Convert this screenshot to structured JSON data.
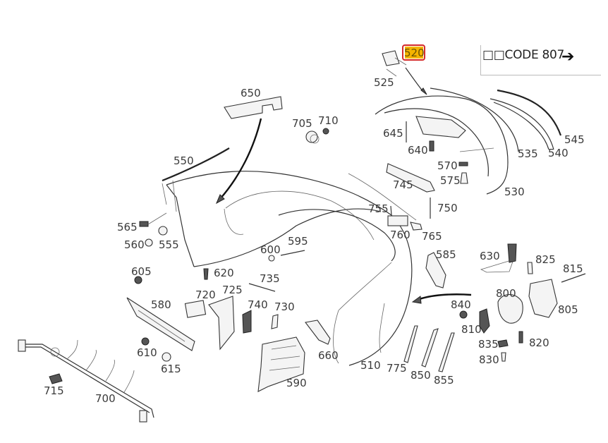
{
  "diagram": {
    "title": "Rear bumper exploded parts diagram",
    "code_note": {
      "text": "□□CODE 807",
      "arrow_icon": "right-arrow"
    },
    "highlighted_part": "520",
    "highlight_colors": {
      "border": "#d42a2a",
      "fill": "#f5b400"
    },
    "labels": {
      "p510": "510",
      "p520": "520",
      "p525": "525",
      "p530": "530",
      "p535": "535",
      "p540": "540",
      "p545": "545",
      "p550": "550",
      "p555": "555",
      "p560": "560",
      "p565": "565",
      "p570": "570",
      "p575": "575",
      "p580": "580",
      "p585": "585",
      "p590": "590",
      "p595": "595",
      "p600": "600",
      "p605": "605",
      "p610": "610",
      "p615": "615",
      "p620": "620",
      "p630": "630",
      "p640": "640",
      "p645": "645",
      "p650": "650",
      "p660": "660",
      "p700": "700",
      "p705": "705",
      "p710": "710",
      "p715": "715",
      "p720": "720",
      "p725": "725",
      "p730": "730",
      "p735": "735",
      "p740": "740",
      "p745": "745",
      "p750": "750",
      "p755": "755",
      "p760": "760",
      "p765": "765",
      "p775": "775",
      "p800": "800",
      "p805": "805",
      "p810": "810",
      "p815": "815",
      "p820": "820",
      "p825": "825",
      "p830": "830",
      "p835": "835",
      "p840": "840",
      "p850": "850",
      "p855": "855"
    }
  }
}
